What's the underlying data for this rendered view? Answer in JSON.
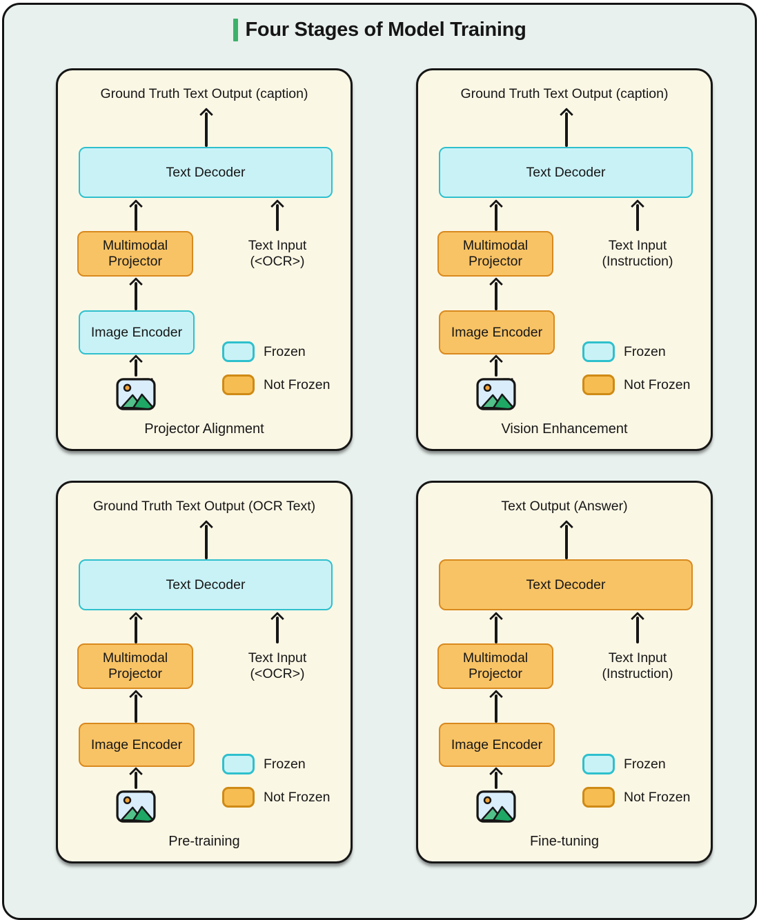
{
  "header": {
    "title": "Four Stages of Model Training"
  },
  "legend": {
    "frozen": "Frozen",
    "not_frozen": "Not Frozen"
  },
  "colors": {
    "canvas_background": "#e8f1ee",
    "panel_background": "#fbf7e5",
    "accent_green": "#3eb06a",
    "frozen_fill": "#c9f2f7",
    "frozen_border": "#2ec0cd",
    "not_frozen_fill": "#f8c365",
    "not_frozen_border": "#d8891d",
    "outline": "#161616"
  },
  "panels": [
    {
      "title": "Ground Truth Text Output (caption)",
      "decoder": {
        "label": "Text Decoder",
        "state": "frozen"
      },
      "projector": {
        "label": "Multimodal Projector",
        "state": "not-frozen"
      },
      "encoder": {
        "label": "Image Encoder",
        "state": "frozen"
      },
      "text_input": {
        "line1": "Text Input",
        "line2": "(<OCR>)"
      },
      "caption": "Projector Alignment"
    },
    {
      "title": "Ground Truth Text Output (caption)",
      "decoder": {
        "label": "Text Decoder",
        "state": "frozen"
      },
      "projector": {
        "label": "Multimodal Projector",
        "state": "not-frozen"
      },
      "encoder": {
        "label": "Image Encoder",
        "state": "not-frozen"
      },
      "text_input": {
        "line1": "Text Input",
        "line2": "(Instruction)"
      },
      "caption": "Vision Enhancement"
    },
    {
      "title": "Ground Truth Text Output (OCR Text)",
      "decoder": {
        "label": "Text Decoder",
        "state": "frozen"
      },
      "projector": {
        "label": "Multimodal Projector",
        "state": "not-frozen"
      },
      "encoder": {
        "label": "Image Encoder",
        "state": "not-frozen"
      },
      "text_input": {
        "line1": "Text Input",
        "line2": "(<OCR>)"
      },
      "caption": "Pre-training"
    },
    {
      "title": "Text Output (Answer)",
      "decoder": {
        "label": "Text Decoder",
        "state": "not-frozen"
      },
      "projector": {
        "label": "Multimodal Projector",
        "state": "not-frozen"
      },
      "encoder": {
        "label": "Image Encoder",
        "state": "not-frozen"
      },
      "text_input": {
        "line1": "Text Input",
        "line2": "(Instruction)"
      },
      "caption": "Fine-tuning"
    }
  ]
}
